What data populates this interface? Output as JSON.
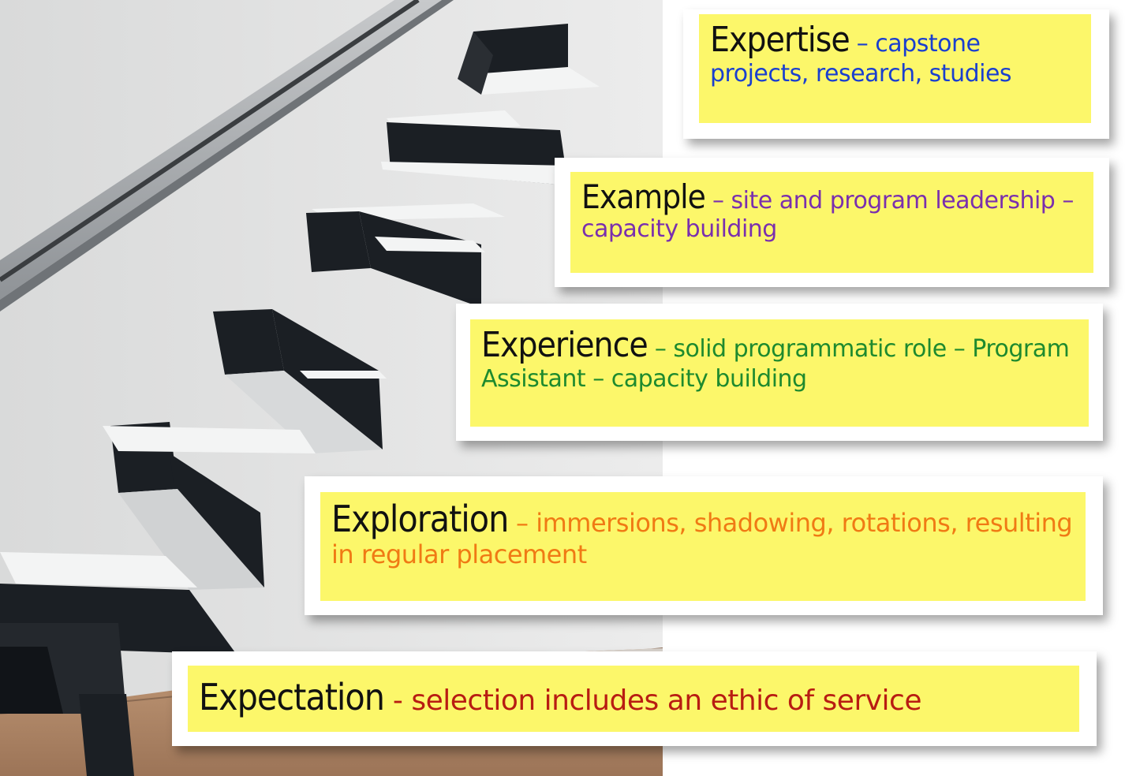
{
  "notes": [
    {
      "term": "Expertise",
      "separator": " – ",
      "description": "capstone projects, research, studies",
      "description_color": "#1a3fcf"
    },
    {
      "term": "Example",
      "separator": " – ",
      "description": "site and program leadership – capacity building",
      "description_color": "#7a2fae"
    },
    {
      "term": "Experience",
      "separator": " – ",
      "description": "solid programmatic role – Program Assistant – capacity building",
      "description_color": "#1e8a2e"
    },
    {
      "term": "Exploration",
      "separator": " – ",
      "description": "immersions, shadowing, rotations, resulting in regular placement",
      "description_color": "#f07a14"
    },
    {
      "term": "Expectation",
      "separator": " - ",
      "description": "selection includes an ethic of service",
      "description_color": "#b81c12"
    }
  ],
  "colors": {
    "note_background": "#fcf76a",
    "term": "#111111",
    "stair_black": "#1b1f24",
    "stair_white": "#f3f4f4",
    "wall": "#e4e5e5",
    "floor": "#b58a66"
  }
}
